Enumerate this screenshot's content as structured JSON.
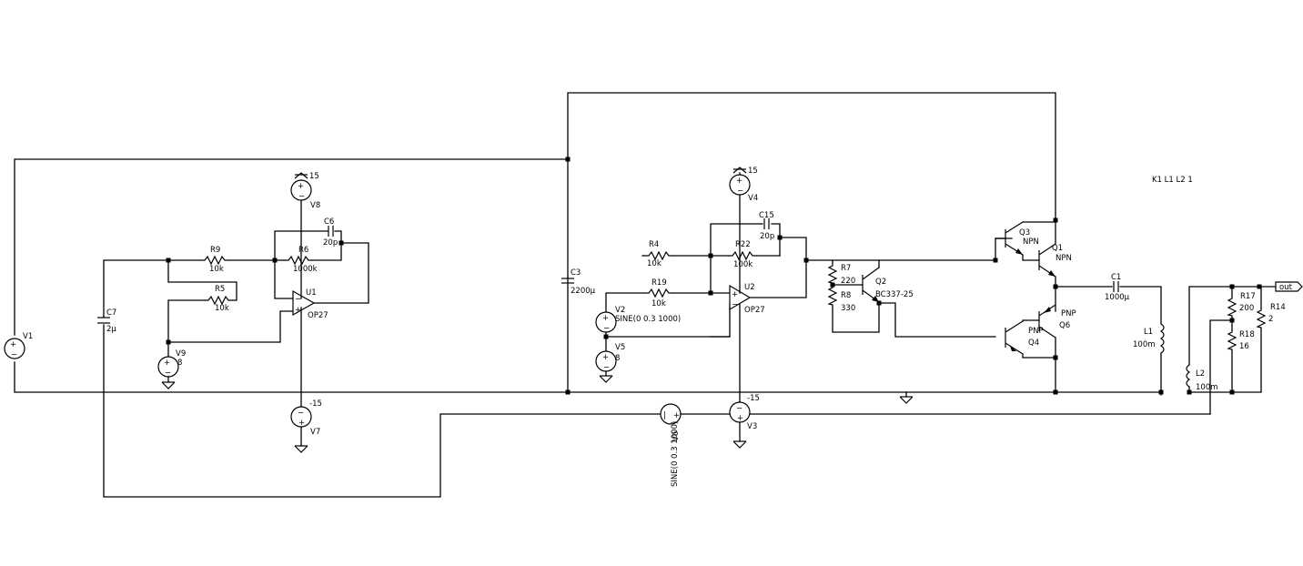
{
  "components": {
    "V1": {
      "name": "V1"
    },
    "V2": {
      "name": "V2",
      "value": "SINE(0 0.3 1000)"
    },
    "V3": {
      "name": "V3",
      "value": "-15"
    },
    "V4": {
      "name": "V4",
      "value": "15"
    },
    "V5": {
      "name": "V5",
      "value": "8"
    },
    "V6": {
      "name": "V6",
      "value": "SINE(0 0.3 1000)"
    },
    "V7": {
      "name": "V7",
      "value": "-15"
    },
    "V8": {
      "name": "V8",
      "value": "15"
    },
    "V9": {
      "name": "V9",
      "value": "8"
    },
    "U1": {
      "name": "U1",
      "model": "OP27"
    },
    "U2": {
      "name": "U2",
      "model": "OP27"
    },
    "R4": {
      "name": "R4",
      "value": "10k"
    },
    "R5": {
      "name": "R5",
      "value": "10k"
    },
    "R6": {
      "name": "R6",
      "value": "1000k"
    },
    "R7": {
      "name": "R7",
      "value": "220"
    },
    "R8": {
      "name": "R8",
      "value": "330"
    },
    "R9": {
      "name": "R9",
      "value": "10k"
    },
    "R14": {
      "name": "R14",
      "value": "2"
    },
    "R17": {
      "name": "R17",
      "value": "200"
    },
    "R18": {
      "name": "R18",
      "value": "16"
    },
    "R19": {
      "name": "R19",
      "value": "10k"
    },
    "R22": {
      "name": "R22",
      "value": "100k"
    },
    "C1": {
      "name": "C1",
      "value": "1000µ"
    },
    "C3": {
      "name": "C3",
      "value": "2200µ"
    },
    "C6": {
      "name": "C6",
      "value": "20p"
    },
    "C7": {
      "name": "C7",
      "value": "2µ"
    },
    "C15": {
      "name": "C15",
      "value": "20p"
    },
    "L1": {
      "name": "L1",
      "value": "100m"
    },
    "L2": {
      "name": "L2",
      "value": "100m"
    },
    "Q1": {
      "name": "Q1",
      "model": "NPN"
    },
    "Q2": {
      "name": "Q2",
      "model": "BC337-25"
    },
    "Q3": {
      "name": "Q3",
      "model": "NPN"
    },
    "Q4": {
      "name": "Q4",
      "model": "PNP"
    },
    "Q6": {
      "name": "Q6",
      "model": "PNP"
    }
  },
  "directive": "K1 L1 L2 1",
  "output_label": "out"
}
